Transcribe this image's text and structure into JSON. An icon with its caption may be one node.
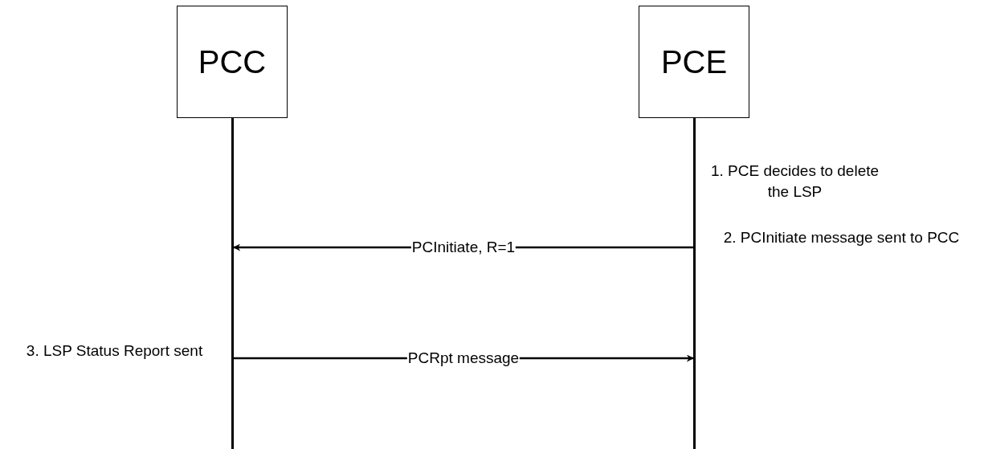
{
  "diagram": {
    "nodes": [
      {
        "text": [
          "PCC"
        ]
      },
      {
        "text": [
          "PCE"
        ]
      },
      {
        "text": [],
        "shape": "bar"
      },
      {
        "text": [],
        "shape": "bar"
      }
    ],
    "edges": [
      {
        "from": 3,
        "to": 2,
        "arrow": "to",
        "label": "PCInitiate, R=1"
      },
      {
        "from": 2,
        "to": 3,
        "arrow": "to",
        "label": "PCRpt message"
      }
    ],
    "labels": [
      "1. PCE decides to delete the LSP",
      "2. PCInitiate message sent to PCC",
      "3. LSP Status Report sent"
    ]
  }
}
